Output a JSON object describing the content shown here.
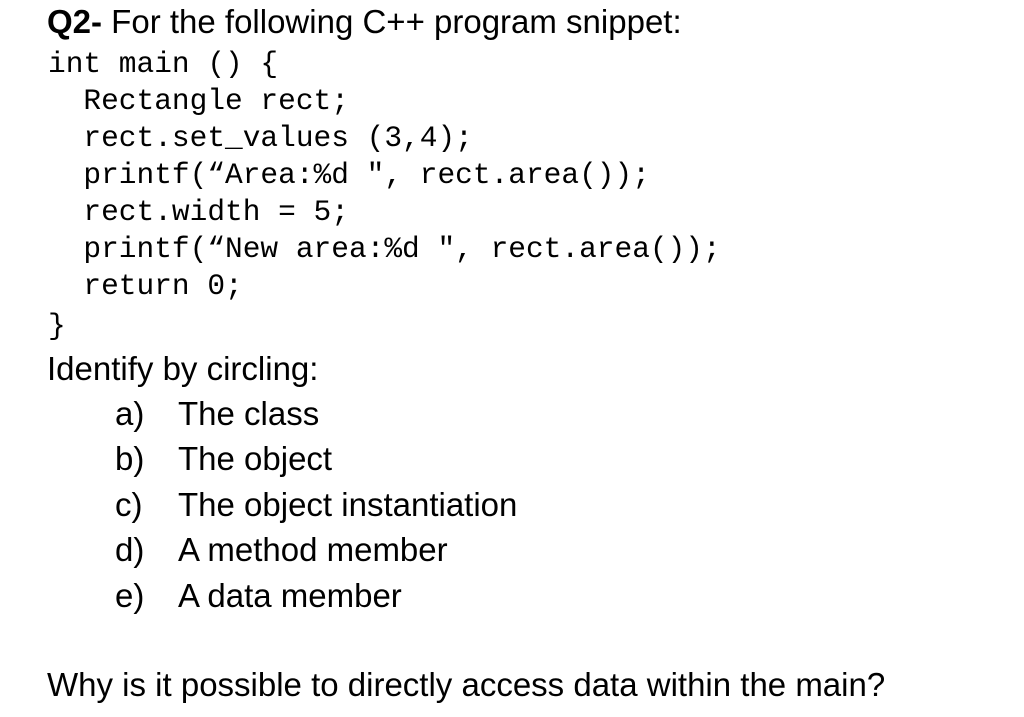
{
  "question": {
    "number": "Q2-",
    "prompt": " For the following C++ program snippet:"
  },
  "code": [
    "int main () {",
    "  Rectangle rect;",
    "  rect.set_values (3,4);",
    "  printf(“Area:%d \", rect.area());",
    "  rect.width = 5;",
    "  printf(“New area:%d \", rect.area());",
    "  return 0;",
    "",
    "}"
  ],
  "instruction": "Identify by circling:",
  "options": [
    {
      "label": "a)",
      "text": "The class"
    },
    {
      "label": "b)",
      "text": "The object"
    },
    {
      "label": "c)",
      "text": "The object instantiation"
    },
    {
      "label": "d)",
      "text": "A method member"
    },
    {
      "label": "e)",
      "text": "A data member"
    }
  ],
  "followup": "Why is it possible to directly access data within the main?"
}
